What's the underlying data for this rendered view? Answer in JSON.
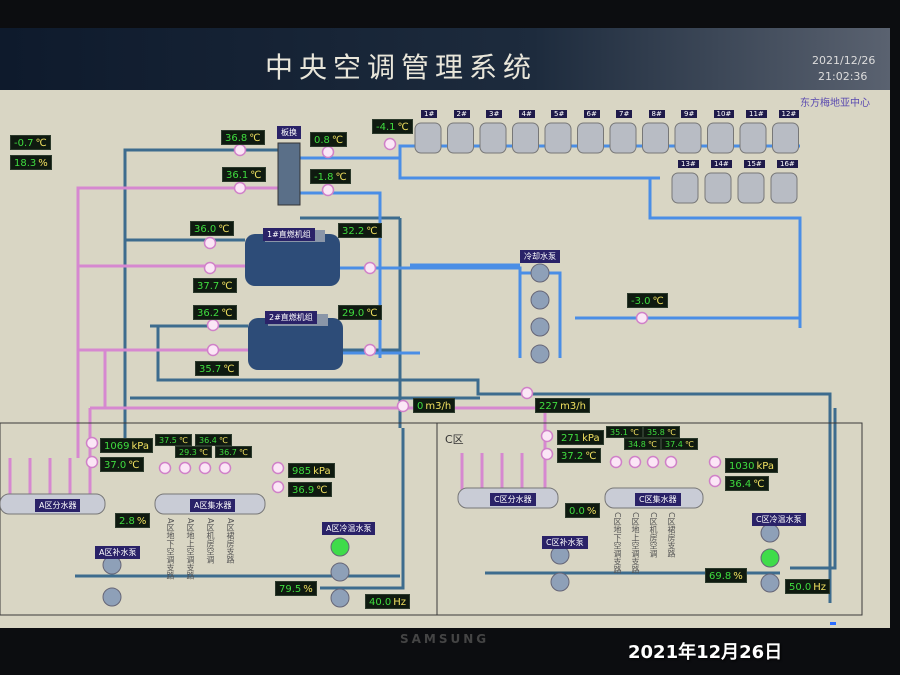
{
  "header": {
    "title": "中央空调管理系统",
    "date": "2021/12/26",
    "time": "21:02:36",
    "org": "东方梅地亚中心"
  },
  "outdoor": {
    "temp": {
      "v": "-0.7",
      "u": "℃"
    },
    "humidity": {
      "v": "18.3",
      "u": "%"
    }
  },
  "plate_exchanger": {
    "label": "板换",
    "in_hot": {
      "v": "36.8",
      "u": "℃"
    },
    "out_hot": {
      "v": "36.1",
      "u": "℃"
    },
    "in_cold": {
      "v": "0.8",
      "u": "℃"
    },
    "out_cold": {
      "v": "-1.8",
      "u": "℃"
    }
  },
  "cooling_supply": {
    "v": "-4.1",
    "u": "℃"
  },
  "chillers": [
    {
      "label": "1#直燃机组",
      "t_in": {
        "v": "36.0",
        "u": "℃"
      },
      "t_out": {
        "v": "37.7",
        "u": "℃"
      },
      "t_cool": {
        "v": "32.2",
        "u": "℃"
      }
    },
    {
      "label": "2#直燃机组",
      "t_in": {
        "v": "36.2",
        "u": "℃"
      },
      "t_out": {
        "v": "35.7",
        "u": "℃"
      },
      "t_cool": {
        "v": "29.0",
        "u": "℃"
      }
    }
  ],
  "towers": [
    "1#",
    "2#",
    "3#",
    "4#",
    "5#",
    "6#",
    "7#",
    "8#",
    "9#",
    "10#",
    "11#",
    "12#",
    "13#",
    "14#",
    "15#",
    "16#"
  ],
  "cooling_pumps": {
    "label": "冷却水泵"
  },
  "cooling_return": {
    "v": "-3.0",
    "u": "℃"
  },
  "flows": [
    {
      "v": "0",
      "u": "m3/h"
    },
    {
      "v": "227",
      "u": "m3/h"
    }
  ],
  "zone_a": {
    "supply_pressure": {
      "v": "1069",
      "u": "kPa"
    },
    "supply_temp": {
      "v": "37.0",
      "u": "℃"
    },
    "branch_temps": [
      {
        "v": "37.5",
        "u": "℃"
      },
      {
        "v": "29.3",
        "u": "℃"
      },
      {
        "v": "36.4",
        "u": "℃"
      },
      {
        "v": "36.7",
        "u": "℃"
      }
    ],
    "return_pressure": {
      "v": "985",
      "u": "kPa"
    },
    "return_temp": {
      "v": "36.9",
      "u": "℃"
    },
    "bypass_valve": {
      "v": "2.8",
      "u": "%"
    },
    "distributor": "A区分水器",
    "collector": "A区集水器",
    "branches": [
      "A区地下空调支路",
      "A区地上空调支路",
      "A区机房空调",
      "A区裙房支路"
    ],
    "makeup_pump": "A区补水泵",
    "circ_pump": "A区冷温水泵",
    "valve": {
      "v": "79.5",
      "u": "%"
    },
    "freq": {
      "v": "40.0",
      "u": "Hz"
    }
  },
  "zone_c": {
    "title": "C区",
    "supply_pressure": {
      "v": "271",
      "u": "kPa"
    },
    "supply_temp": {
      "v": "37.2",
      "u": "℃"
    },
    "branch_temps": [
      {
        "v": "35.1",
        "u": "℃"
      },
      {
        "v": "34.8",
        "u": "℃"
      },
      {
        "v": "35.8",
        "u": "℃"
      },
      {
        "v": "37.4",
        "u": "℃"
      }
    ],
    "return_pressure": {
      "v": "1030",
      "u": "kPa"
    },
    "return_temp": {
      "v": "36.4",
      "u": "℃"
    },
    "bypass_valve": {
      "v": "0.0",
      "u": "%"
    },
    "distributor": "C区分水器",
    "collector": "C区集水器",
    "branches": [
      "C区地下空调支路",
      "C区地上空调支路",
      "C区机房空调",
      "C区裙房支路"
    ],
    "makeup_pump": "C区补水泵",
    "circ_pump": "C区冷温水泵",
    "valve": {
      "v": "69.8",
      "u": "%"
    },
    "freq": {
      "v": "50.0",
      "u": "Hz"
    }
  },
  "bezel": {
    "brand": "SAMSUNG",
    "photo_date": "2021年12月26日"
  }
}
